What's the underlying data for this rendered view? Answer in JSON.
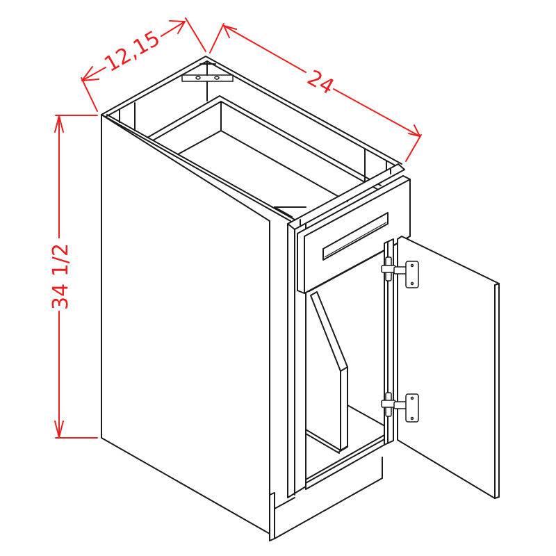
{
  "diagram": {
    "subject": "Base cabinet with one drawer and one door (door open)",
    "line_color": "#1a1a1a",
    "dimension_color": "#ee1c1c",
    "background": "#ffffff"
  },
  "dimensions": {
    "depth": {
      "label": "12,15",
      "orientation": "diagonal-left"
    },
    "width": {
      "label": "24",
      "orientation": "diagonal-right"
    },
    "height": {
      "label": "34 1/2",
      "orientation": "vertical"
    }
  },
  "parts": {
    "drawer_front": "drawer-front",
    "door": "open-door",
    "hinges": [
      "upper-hinge",
      "lower-hinge"
    ],
    "mounting_bracket": "top-corner-bracket",
    "toe_kick": "toe-kick",
    "interior_shelf_divider": "pull-out-divider"
  }
}
